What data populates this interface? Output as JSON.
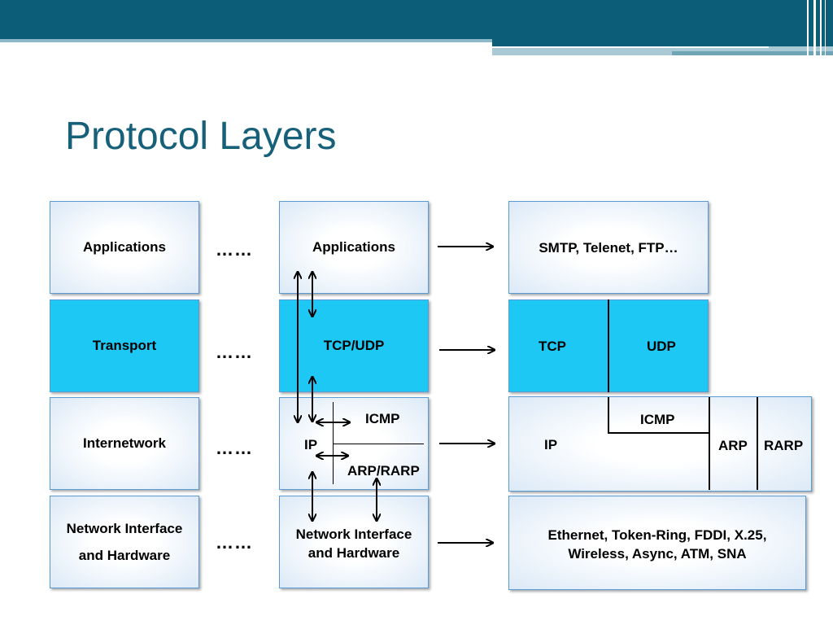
{
  "slide": {
    "title": "Protocol Layers"
  },
  "layers": {
    "applications": "Applications",
    "transport": "Transport",
    "internetwork": "Internetwork",
    "network_line1": "Network Interface",
    "network_line2": "and Hardware"
  },
  "separator": "……",
  "stack": {
    "applications": "Applications",
    "transport": "TCP/UDP",
    "ip": "IP",
    "icmp": "ICMP",
    "arp_rarp": "ARP/RARP",
    "network_line1": "Network Interface",
    "network_line2": "and Hardware"
  },
  "protocols": {
    "applications": "SMTP, Telenet, FTP…",
    "tcp": "TCP",
    "udp": "UDP",
    "ip": "IP",
    "icmp": "ICMP",
    "arp": "ARP",
    "rarp": "RARP",
    "network_line1": "Ethernet, Token-Ring, FDDI, X.25,",
    "network_line2": "Wireless, Async, ATM, SNA"
  },
  "colors": {
    "header": "#0b5d78",
    "title": "#17607a",
    "transport_fill": "#1ec8f5",
    "box_border": "#5b9bd5"
  }
}
